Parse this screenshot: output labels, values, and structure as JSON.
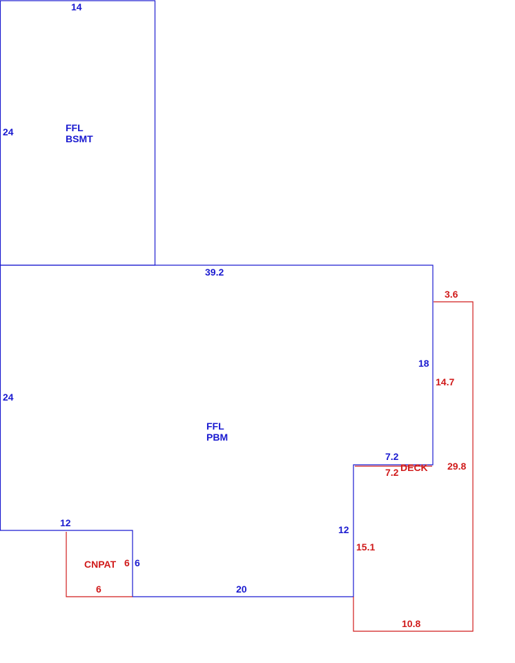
{
  "colors": {
    "blue": "#1a1ad0",
    "red": "#d01a1a",
    "background": "#ffffff"
  },
  "basement": {
    "area_line1": "FFL",
    "area_line2": "BSMT",
    "dim_top": "14",
    "dim_left": "24"
  },
  "main_floor": {
    "area_line1": "FFL",
    "area_line2": "PBM",
    "dim_top": "39.2",
    "dim_left": "24",
    "dim_right": "18",
    "dim_notch_top": "7.2",
    "dim_notch_left": "12",
    "dim_bottom": "20",
    "dim_step_top": "12",
    "dim_step_right": "6"
  },
  "deck": {
    "label": "DECK",
    "dim_top": "3.6",
    "dim_left": "14.7",
    "dim_right": "29.8",
    "dim_notch": "7.2",
    "dim_lower_left": "15.1",
    "dim_bottom": "10.8"
  },
  "canopy_patio": {
    "label": "CNPAT",
    "dim_right": "6",
    "dim_bottom": "6"
  }
}
